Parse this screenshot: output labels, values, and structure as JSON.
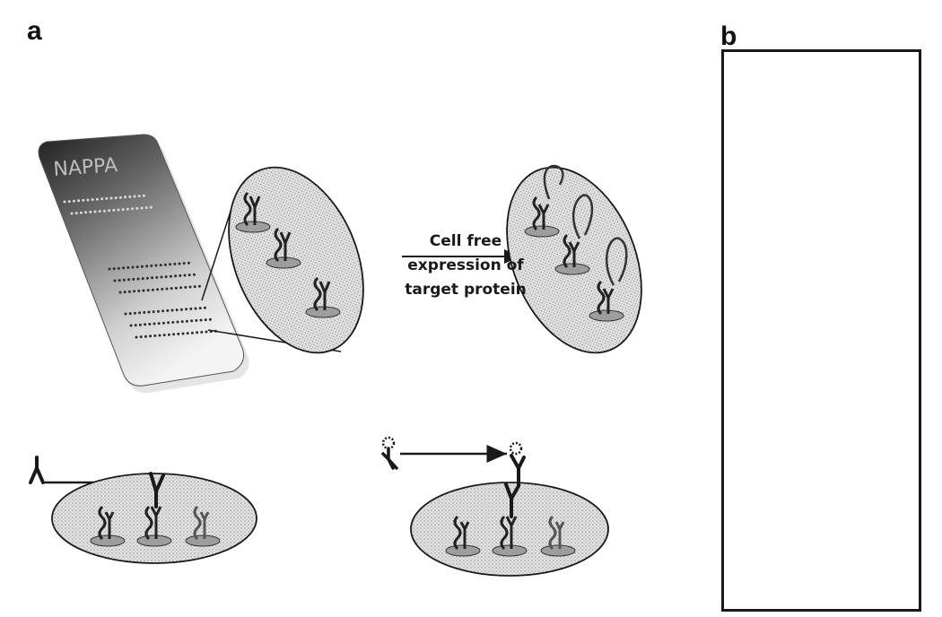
{
  "panels": {
    "a": "a",
    "b": "b"
  },
  "slide": {
    "title": "NAPPA"
  },
  "arrow": {
    "line1": "Cell free",
    "line2": "expression of",
    "line3": "target protein"
  },
  "colors": {
    "ink": "#1a1a1a",
    "lightgray": "#d9d9d9",
    "midgray": "#9a9a9a",
    "bg": "#ffffff"
  },
  "icons": [
    "antibody-icon",
    "labeled-antibody-icon",
    "dna-spot-icon",
    "protein-loop-icon"
  ]
}
